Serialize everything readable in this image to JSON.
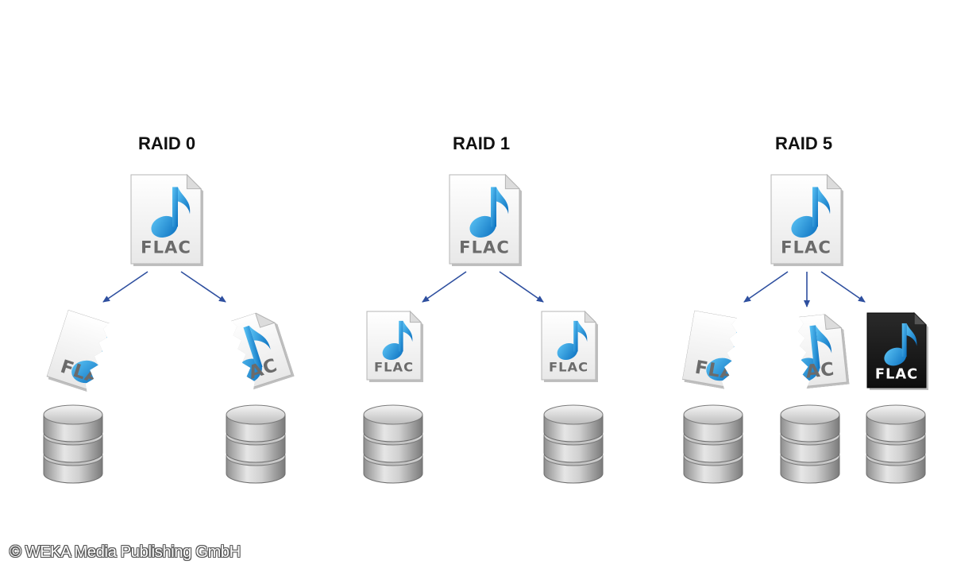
{
  "diagram": {
    "colors": {
      "arrow": "#2e4f9f",
      "note": "#1a8fd6",
      "file_bg": "#f7f7f7",
      "file_dark_bg": "#1a1a1a",
      "disk_body": "#c8c8c8"
    },
    "groups": [
      {
        "title": "RAID 0",
        "disks": 2,
        "file_label": "FLAC"
      },
      {
        "title": "RAID 1",
        "disks": 2,
        "file_label": "FLAC"
      },
      {
        "title": "RAID 5",
        "disks": 3,
        "file_label": "FLAC"
      }
    ],
    "icons": [
      "flac-file-icon",
      "file-fragment-icon",
      "disk-stack-icon",
      "arrow-icon"
    ]
  },
  "footer": {
    "copyright": "© WEKA Media Publishing GmbH"
  }
}
